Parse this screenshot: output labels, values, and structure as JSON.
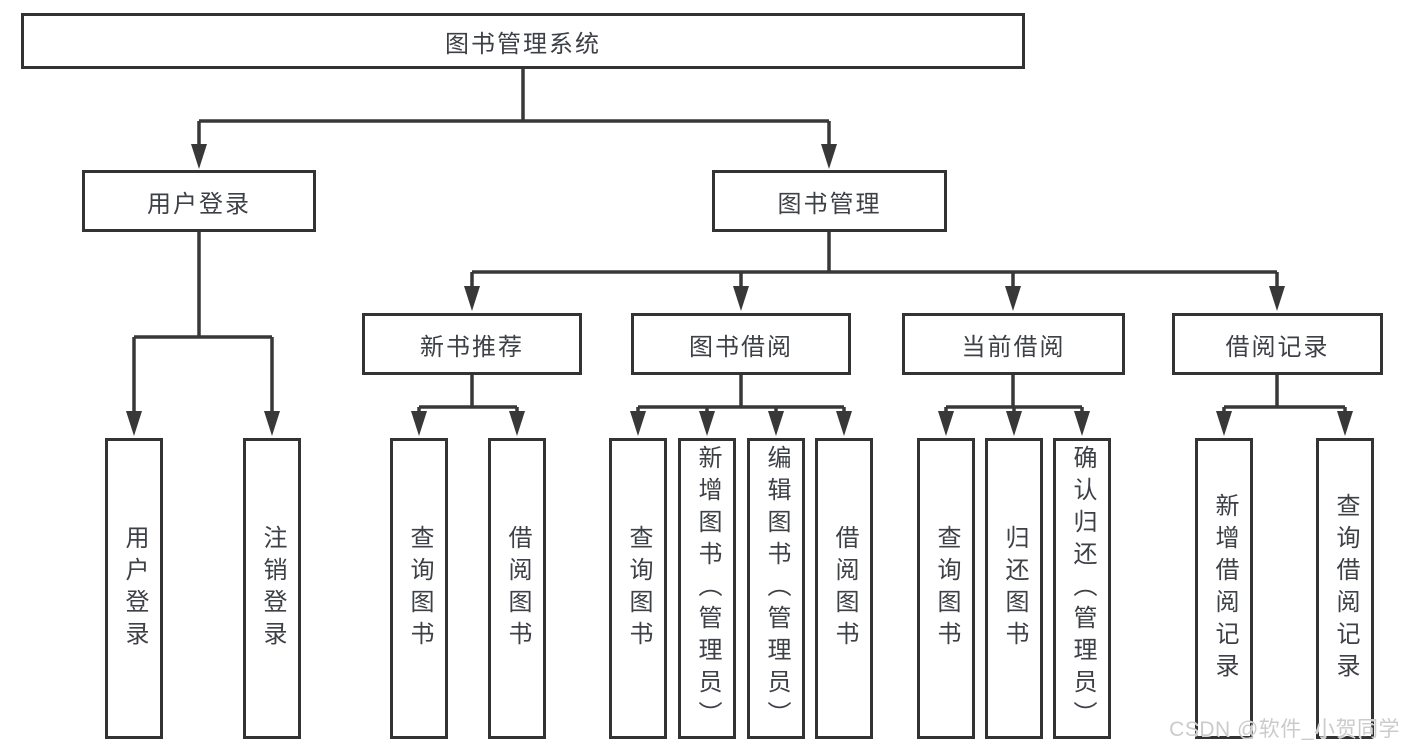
{
  "root": {
    "label": "图书管理系统"
  },
  "branches": [
    {
      "label": "用户登录",
      "children": [
        {
          "label": "用户登录"
        },
        {
          "label": "注销登录"
        }
      ]
    },
    {
      "label": "图书管理",
      "children": [
        {
          "label": "新书推荐",
          "children": [
            {
              "label": "查询图书"
            },
            {
              "label": "借阅图书"
            }
          ]
        },
        {
          "label": "图书借阅",
          "children": [
            {
              "label": "查询图书"
            },
            {
              "label": "新增图书（管理员）"
            },
            {
              "label": "编辑图书（管理员）"
            },
            {
              "label": "借阅图书"
            }
          ]
        },
        {
          "label": "当前借阅",
          "children": [
            {
              "label": "查询图书"
            },
            {
              "label": "归还图书"
            },
            {
              "label": "确认归还（管理员）"
            }
          ]
        },
        {
          "label": "借阅记录",
          "children": [
            {
              "label": "新增借阅记录"
            },
            {
              "label": "查询借阅记录"
            }
          ]
        }
      ]
    }
  ],
  "watermark": {
    "text": "CSDN @软件_小贺同学"
  },
  "colors": {
    "background": "#ffffff",
    "box_border": "#333333",
    "line": "#383838",
    "text": "#3d4046",
    "watermark": "#cbcbcb"
  }
}
